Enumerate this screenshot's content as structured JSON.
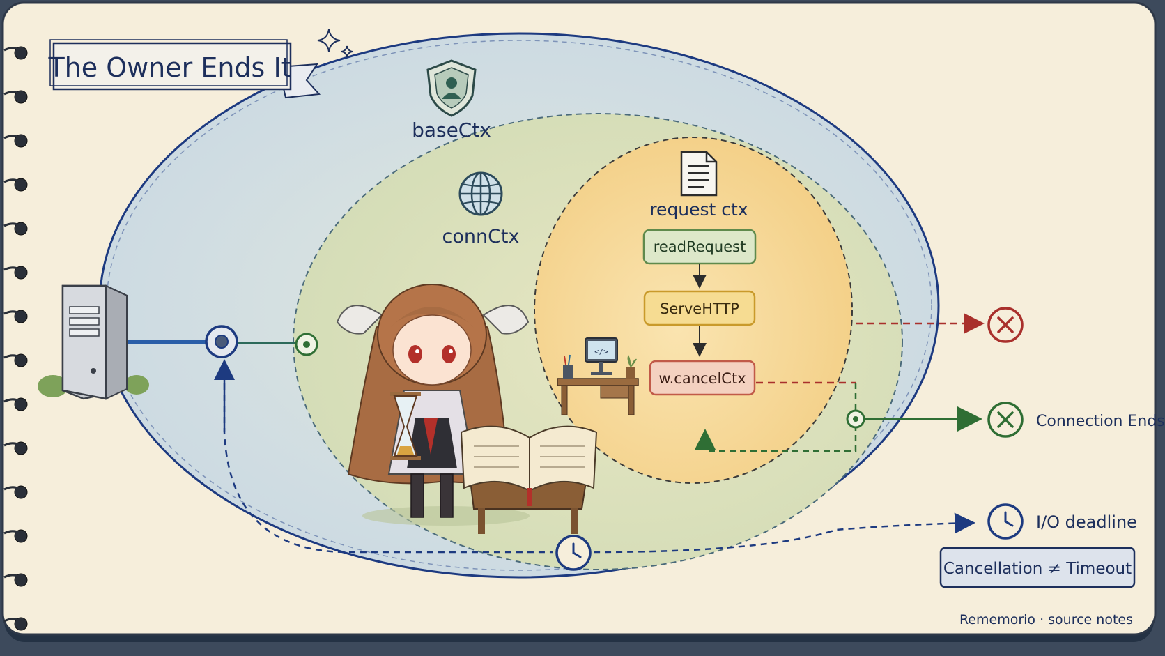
{
  "title": "The Owner Ends It",
  "contexts": {
    "base": {
      "label": "baseCtx",
      "icon": "shield-user-icon"
    },
    "conn": {
      "label": "connCtx",
      "icon": "globe-icon"
    },
    "request": {
      "label": "request ctx",
      "icon": "document-icon"
    }
  },
  "flow_steps": [
    {
      "label": "readRequest",
      "color": "#6e9a5a"
    },
    {
      "label": "ServeHTTP",
      "color": "#d6a22e"
    },
    {
      "label": "w.cancelCtx",
      "color": "#c9564a"
    }
  ],
  "outcomes": {
    "cancel": {
      "icon": "x-circle-icon",
      "color": "#b3302a"
    },
    "connection_ends": {
      "label": "Connection Ends",
      "icon": "x-circle-icon",
      "color": "#2f6e34"
    },
    "io_deadline": {
      "label": "I/O deadline",
      "icon": "clock-icon",
      "color": "#1d2f7a"
    }
  },
  "note_box": "Cancellation ≠ Timeout",
  "footer": "Rememorio · source notes",
  "colors": {
    "paper": "#f6eedb",
    "base_ring": "#1d3a80",
    "conn_fill": "#d9e2bd",
    "request_fill": "#f7d890",
    "red_arrow": "#a9302c",
    "green_arrow": "#2f6e34",
    "blue_arrow": "#1d3a80"
  }
}
